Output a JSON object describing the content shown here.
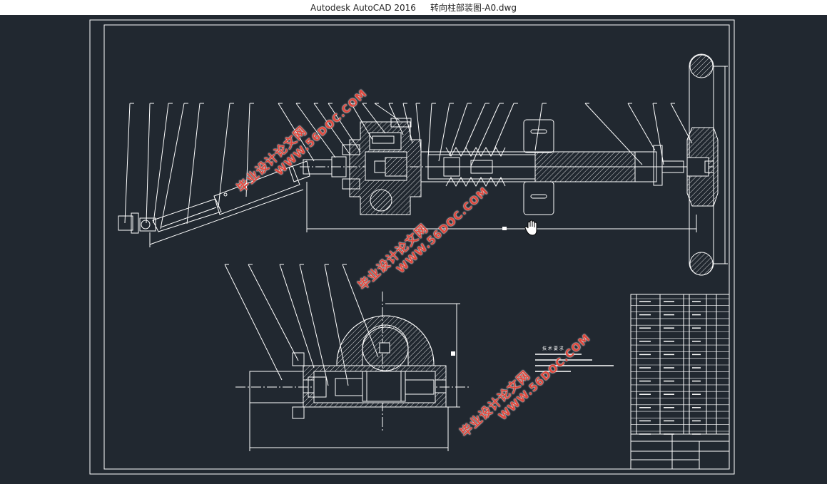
{
  "window": {
    "app_name": "Autodesk AutoCAD 2016",
    "file_name": "转向柱部装图-A0.dwg"
  },
  "watermarks": [
    {
      "cn": "毕业设计论文网",
      "url": "WWW.56DOC.COM"
    },
    {
      "cn": "毕业设计论文网",
      "url": "WWW.56DOC.COM"
    },
    {
      "cn": "毕业设计论文网",
      "url": "WWW.56DOC.COM"
    }
  ],
  "drawing": {
    "line_color": "#ffffff",
    "background": "#212830",
    "tech_requirements_title": "技 术 要 求"
  },
  "cursor": {
    "icon": "pan-hand-icon"
  }
}
